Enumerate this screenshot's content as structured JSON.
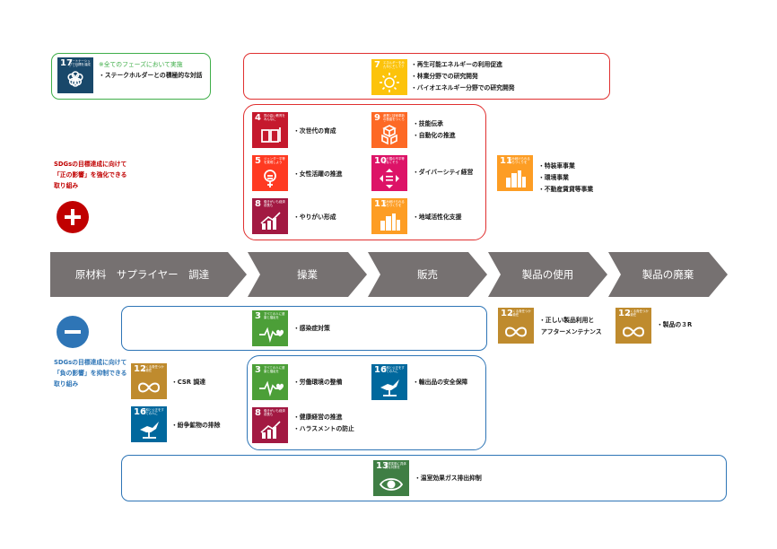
{
  "colors": {
    "sdg3": "#4C9F38",
    "sdg4": "#C5192D",
    "sdg5": "#FF3A21",
    "sdg7": "#FCC30B",
    "sdg8": "#A21942",
    "sdg9": "#FD6925",
    "sdg10": "#DD1367",
    "sdg11": "#FD9D24",
    "sdg12": "#BF8B2E",
    "sdg13": "#3F7E44",
    "sdg16": "#00689D",
    "sdg17": "#19486A",
    "positive": "#C00000",
    "negative": "#2E75B6",
    "arrow": "#767171"
  },
  "sdg_titles": {
    "3": "すべての人に健康と福祉を",
    "4": "質の高い教育をみんなに",
    "5": "ジェンダー平等を実現しよう",
    "7": "エネルギーをみんなにそしてクリーンに",
    "8": "働きがいも経済成長も",
    "9": "産業と技術革新の基盤をつくろう",
    "10": "人や国の不平等をなくそう",
    "11": "住み続けられるまちづくりを",
    "12": "つくる責任つかう責任",
    "13": "気候変動に具体的な対策を",
    "16": "平和と公正をすべての人に",
    "17": "パートナーシップで目標を達成しよう"
  },
  "positive_side": {
    "line1": "SDGsの目標達成に向けて",
    "line2": "「正の影響」を強化できる",
    "line3": "取り組み",
    "symbol": "+"
  },
  "negative_side": {
    "line1": "SDGsの目標達成に向けて",
    "line2": "「負の影響」を抑制できる",
    "line3": "取り組み",
    "symbol": "−"
  },
  "all_phases": {
    "note": "※全てのフェーズにおいて実施",
    "item": "・ステークホルダーとの積極的な対話"
  },
  "energy": {
    "items": [
      "・再生可能エネルギーの利用促進",
      "・林業分野での研究開発",
      "・バイオエネルギー分野での研究開発"
    ]
  },
  "operations_positive": {
    "education": "・次世代の育成",
    "gender": "・女性活躍の推進",
    "work": "・やりがい形成",
    "industry": [
      "・技能伝承",
      "・自動化の推進"
    ],
    "diversity": "・ダイバーシティ経営",
    "community": "・地域活性化支援"
  },
  "usage_positive": {
    "items": [
      "・特装車事業",
      "・環境事業",
      "・不動産賃貸等事業"
    ]
  },
  "stages": [
    "原材料　サプライヤー　調達",
    "操業",
    "販売",
    "製品の使用",
    "製品の廃棄"
  ],
  "infection": "・感染症対策",
  "usage_negative": [
    "・正しい製品利用と",
    "アフターメンテナンス"
  ],
  "disposal": "・製品の３R",
  "supplier_negative": {
    "csr": "・CSR 調達",
    "conflict": "・紛争鉱物の排除"
  },
  "operations_negative": {
    "labor": "・労働環境の整備",
    "health": [
      "・健康経営の推進",
      "・ハラスメントの防止"
    ],
    "export": "・輸出品の安全保障"
  },
  "climate": "・温室効果ガス排出抑制"
}
